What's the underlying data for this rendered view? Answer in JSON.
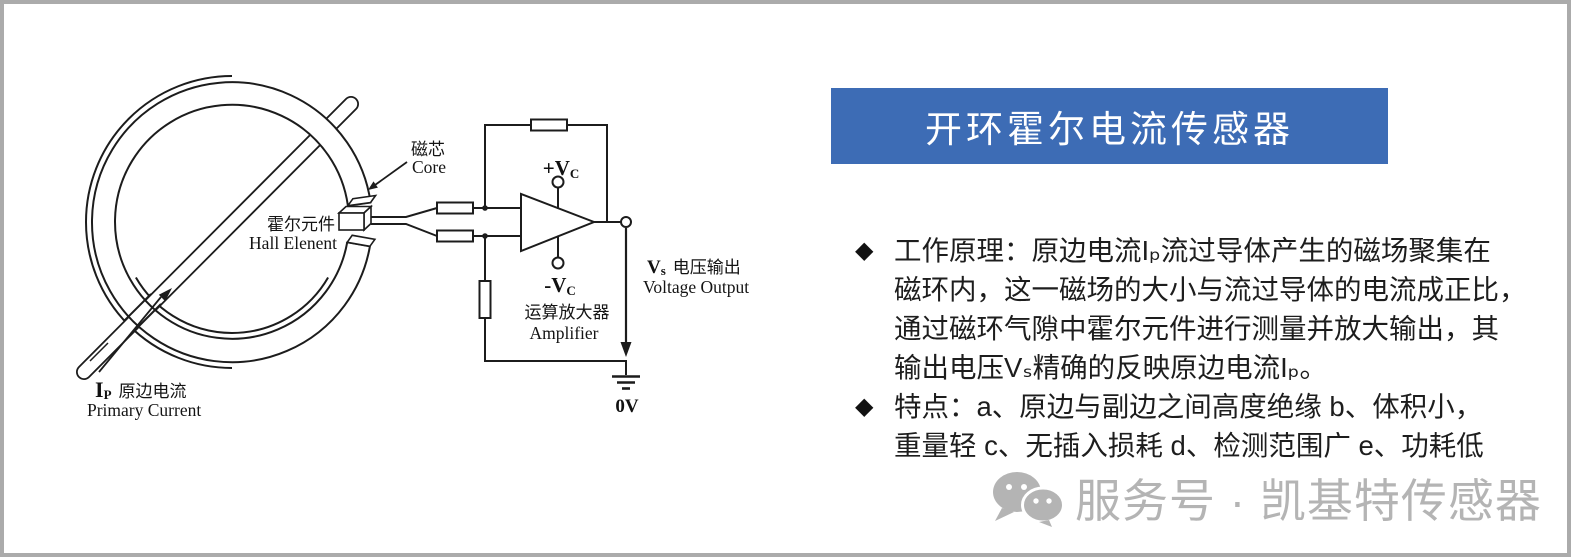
{
  "theme": {
    "banner_blue": "#3d6cb5",
    "border_gray": "#ababab",
    "diagram_ink": "#1c1c1c",
    "watermark_gray": "#b4b4b4",
    "background": "#ffffff"
  },
  "banner": {
    "title": "开环霍尔电流传感器"
  },
  "diagram": {
    "core_label_zh": "磁芯",
    "core_label_en": "Core",
    "hall_label_zh": "霍尔元件",
    "hall_label_en": "Hall Elenent",
    "primary_current": {
      "main": "I",
      "sub": "P",
      "zh": "原边电流",
      "en": "Primary Current"
    },
    "amplifier_zh": "运算放大器",
    "amplifier_en": "Amplifier",
    "vcc": {
      "main": "+V",
      "sub": "C"
    },
    "vee": {
      "main": "-V",
      "sub": "C"
    },
    "vs": {
      "main": "V",
      "sub": "s",
      "zh": "电压输出",
      "en": "Voltage Output"
    },
    "ground": "0V"
  },
  "content": {
    "bullets": [
      {
        "symbol": "◆",
        "lines": [
          "工作原理：原边电流Iₚ流过导体产生的磁场聚集在",
          "磁环内，这一磁场的大小与流过导体的电流成正比，",
          "通过磁环气隙中霍尔元件进行测量并放大输出，其",
          "输出电压Vₛ精确的反映原边电流Iₚ。"
        ]
      },
      {
        "symbol": "◆",
        "lines": [
          "特点：a、原边与副边之间高度绝缘 b、体积小，",
          "重量轻 c、无插入损耗 d、检测范围广 e、功耗低"
        ]
      }
    ]
  },
  "footer": {
    "wechat_label": "服务号 · 凯基特传感器"
  }
}
